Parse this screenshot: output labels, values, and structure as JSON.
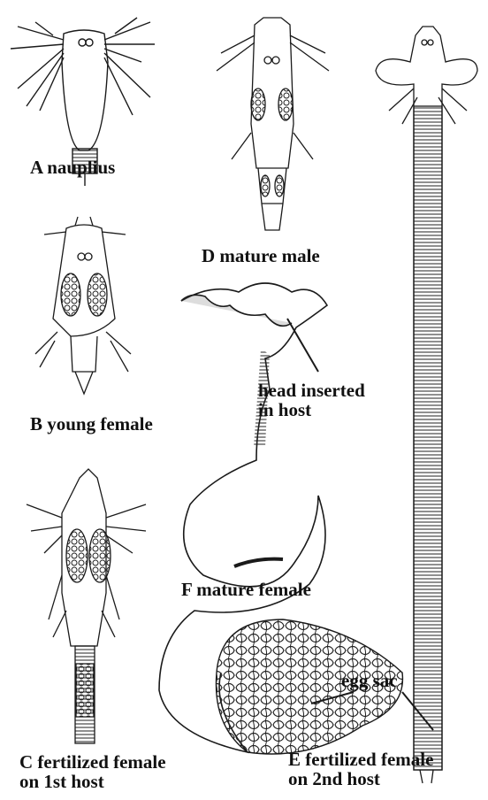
{
  "stages": {
    "A": {
      "label": "A nauplius"
    },
    "B": {
      "label": "B young female"
    },
    "C": {
      "label_line1": "C fertilized female",
      "label_line2": "on 1st host"
    },
    "D": {
      "label": "D mature male"
    },
    "E": {
      "label_line1": "E fertilized female",
      "label_line2": "on 2nd host"
    },
    "F": {
      "label": "F mature female"
    }
  },
  "annotations": {
    "head": {
      "line1": "head inserted",
      "line2": "in host"
    },
    "egg_sac": "egg sac"
  },
  "colors": {
    "ink": "#1a1a1a",
    "background": "#ffffff"
  }
}
